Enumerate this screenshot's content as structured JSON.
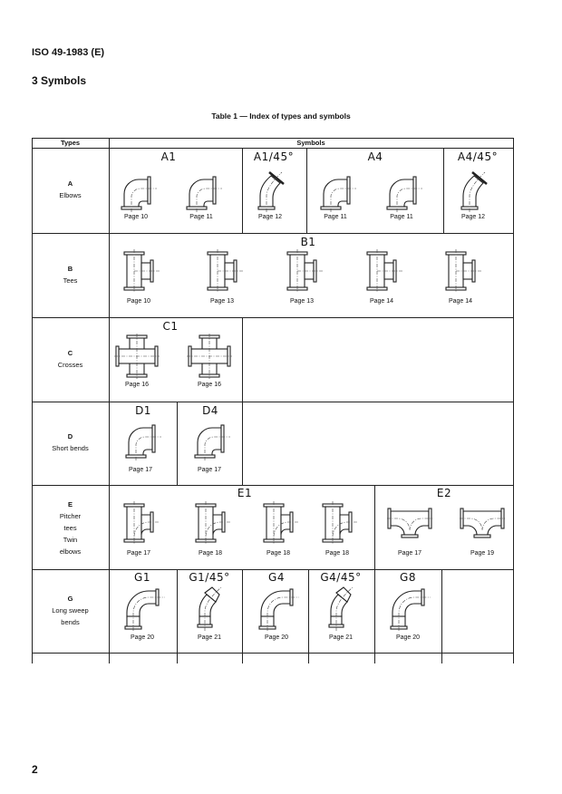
{
  "header": "ISO 49-1983 (E)",
  "section": "3 Symbols",
  "table_title": "Table 1 — Index of types and symbols",
  "columns": {
    "types": "Types",
    "symbols": "Symbols"
  },
  "rows": [
    {
      "letter": "A",
      "names": [
        "Elbows"
      ],
      "groups": [
        {
          "label": "A1",
          "items": [
            {
              "page": "Page 10",
              "kind": "elbow"
            },
            {
              "page": "Page 11",
              "kind": "elbow"
            }
          ]
        },
        {
          "label": "A1/45°",
          "items": [
            {
              "page": "Page 12",
              "kind": "elbow45"
            }
          ]
        },
        {
          "label": "A4",
          "items": [
            {
              "page": "Page 11",
              "kind": "elbow"
            },
            {
              "page": "Page 11",
              "kind": "elbow"
            }
          ]
        },
        {
          "label": "A4/45°",
          "items": [
            {
              "page": "Page 12",
              "kind": "elbow45"
            }
          ]
        }
      ]
    },
    {
      "letter": "B",
      "names": [
        "Tees"
      ],
      "groups": [
        {
          "label": "B1",
          "items": [
            {
              "page": "Page 10",
              "kind": "tee"
            },
            {
              "page": "Page 13",
              "kind": "tee"
            },
            {
              "page": "Page 13",
              "kind": "tee"
            },
            {
              "page": "Page 14",
              "kind": "tee"
            },
            {
              "page": "Page 14",
              "kind": "tee"
            }
          ]
        }
      ]
    },
    {
      "letter": "C",
      "names": [
        "Crosses"
      ],
      "groups": [
        {
          "label": "C1",
          "items": [
            {
              "page": "Page 16",
              "kind": "cross"
            },
            {
              "page": "Page 16",
              "kind": "cross"
            }
          ]
        }
      ]
    },
    {
      "letter": "D",
      "names": [
        "Short bends"
      ],
      "groups": [
        {
          "label": "D1",
          "items": [
            {
              "page": "Page 17",
              "kind": "elbow"
            }
          ]
        },
        {
          "label": "D4",
          "items": [
            {
              "page": "Page 17",
              "kind": "elbow"
            }
          ]
        }
      ]
    },
    {
      "letter": "E",
      "names": [
        "Pitcher",
        "tees",
        "Twin",
        "elbows"
      ],
      "groups": [
        {
          "label": "E1",
          "items": [
            {
              "page": "Page 17",
              "kind": "pitcher"
            },
            {
              "page": "Page 18",
              "kind": "pitcher"
            },
            {
              "page": "Page 18",
              "kind": "pitcher"
            },
            {
              "page": "Page 18",
              "kind": "pitcher"
            }
          ]
        },
        {
          "label": "E2",
          "items": [
            {
              "page": "Page 17",
              "kind": "twin"
            },
            {
              "page": "Page 19",
              "kind": "twin"
            }
          ]
        }
      ]
    },
    {
      "letter": "G",
      "names": [
        "Long sweep",
        "bends"
      ],
      "groups": [
        {
          "label": "G1",
          "items": [
            {
              "page": "Page 20",
              "kind": "bend"
            }
          ]
        },
        {
          "label": "G1/45°",
          "items": [
            {
              "page": "Page 21",
              "kind": "bend45"
            }
          ]
        },
        {
          "label": "G4",
          "items": [
            {
              "page": "Page 20",
              "kind": "bend"
            }
          ]
        },
        {
          "label": "G4/45°",
          "items": [
            {
              "page": "Page 21",
              "kind": "bend45"
            }
          ]
        },
        {
          "label": "G8",
          "items": [
            {
              "page": "Page 20",
              "kind": "bend"
            }
          ]
        }
      ]
    }
  ],
  "page_number": "2"
}
